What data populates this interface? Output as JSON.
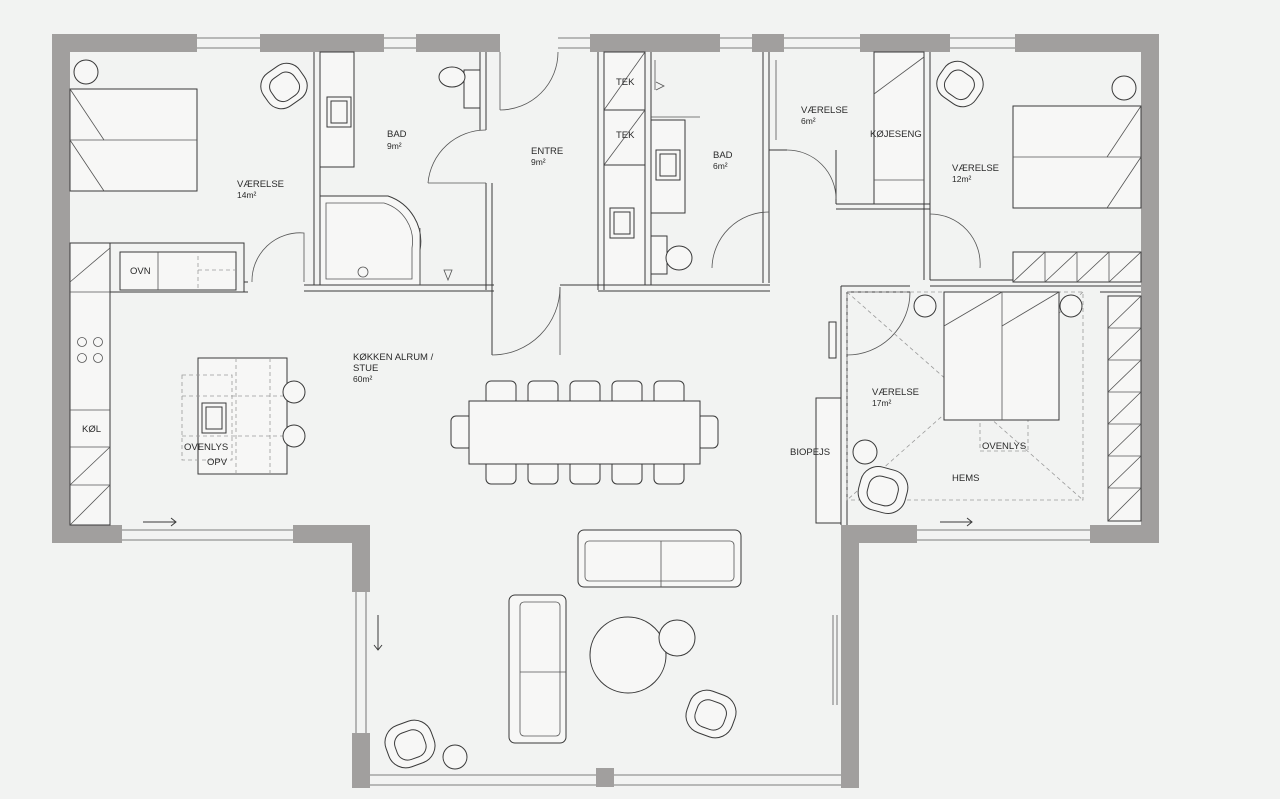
{
  "rooms": {
    "vaerelse_left": {
      "name": "VÆRELSE",
      "area": "14m²"
    },
    "bad_left": {
      "name": "BAD",
      "area": "9m²"
    },
    "entre": {
      "name": "ENTRE",
      "area": "9m²"
    },
    "bad_right": {
      "name": "BAD",
      "area": "6m²"
    },
    "vaerelse_small": {
      "name": "VÆRELSE",
      "area": "6m²"
    },
    "vaerelse_right": {
      "name": "VÆRELSE",
      "area": "12m²"
    },
    "kitchen": {
      "name_line1": "KØKKEN ALRUM /",
      "name_line2": "STUE",
      "area": "60m²"
    },
    "vaerelse_lower": {
      "name": "VÆRELSE",
      "area": "17m²"
    }
  },
  "labels": {
    "tek1": "TEK",
    "tek2": "TEK",
    "kojeseng": "KØJESENG",
    "ovn": "OVN",
    "kol": "KØL",
    "ovenlys_kitchen": "OVENLYS",
    "opv": "OPV",
    "biopejs": "BIOPEJS",
    "ovenlys_room": "OVENLYS",
    "hems": "HEMS"
  },
  "colors": {
    "wall": "#a19f9e",
    "background": "#f2f3f2",
    "line": "#3a3a3a"
  },
  "icons": [
    "arrow-right-icon",
    "arrow-down-icon"
  ]
}
